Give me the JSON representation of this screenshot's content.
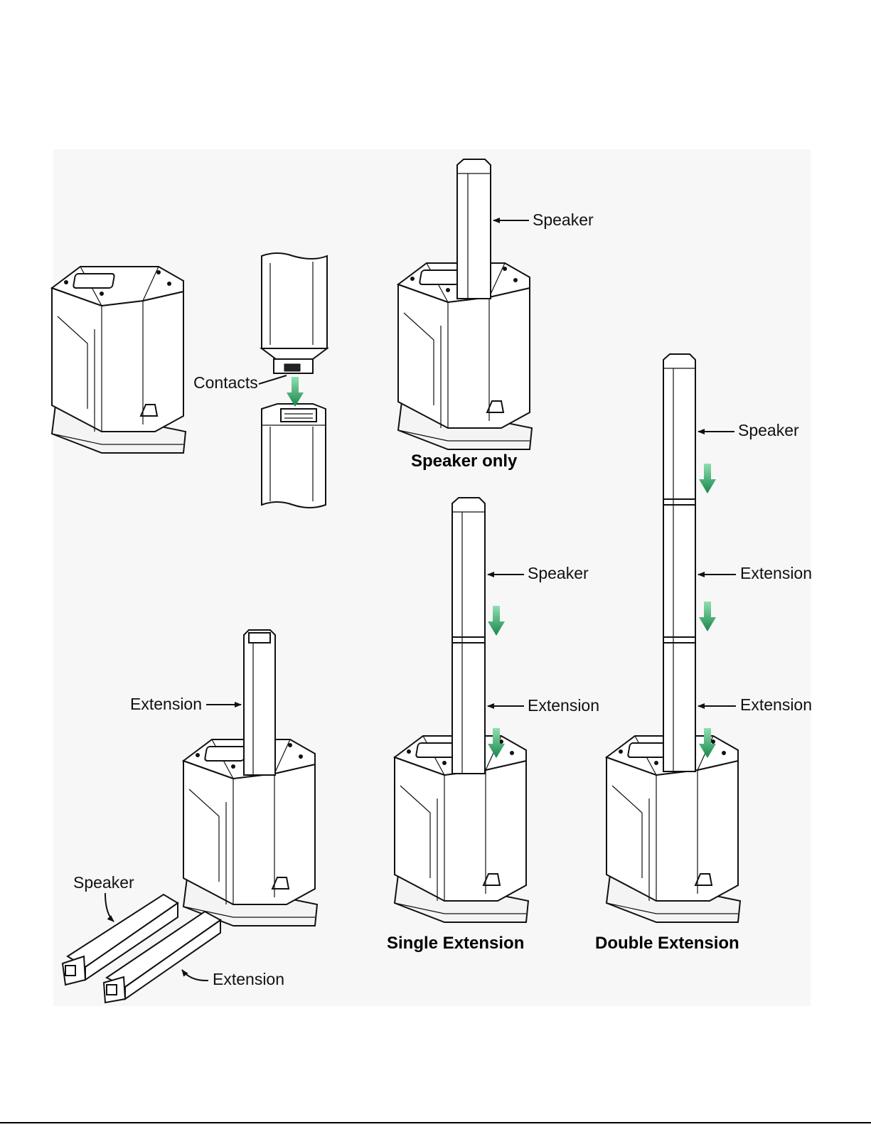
{
  "colors": {
    "panel_background": "#f7f7f7",
    "line": "#111111",
    "arrow_green": "#22b266",
    "arrow_green_dark": "#17864a"
  },
  "labels": {
    "contacts": "Contacts",
    "speaker_top": "Speaker",
    "speaker_single": "Speaker",
    "extension_single": "Extension",
    "speaker_double": "Speaker",
    "extension_double_upper": "Extension",
    "extension_double_lower": "Extension",
    "extension_base": "Extension",
    "speaker_loose": "Speaker",
    "extension_loose": "Extension"
  },
  "captions": {
    "speaker_only": "Speaker only",
    "single_extension": "Single Extension",
    "double_extension": "Double Extension"
  },
  "icons": [
    "green-down-arrow-icon",
    "leader-arrow-icon"
  ]
}
